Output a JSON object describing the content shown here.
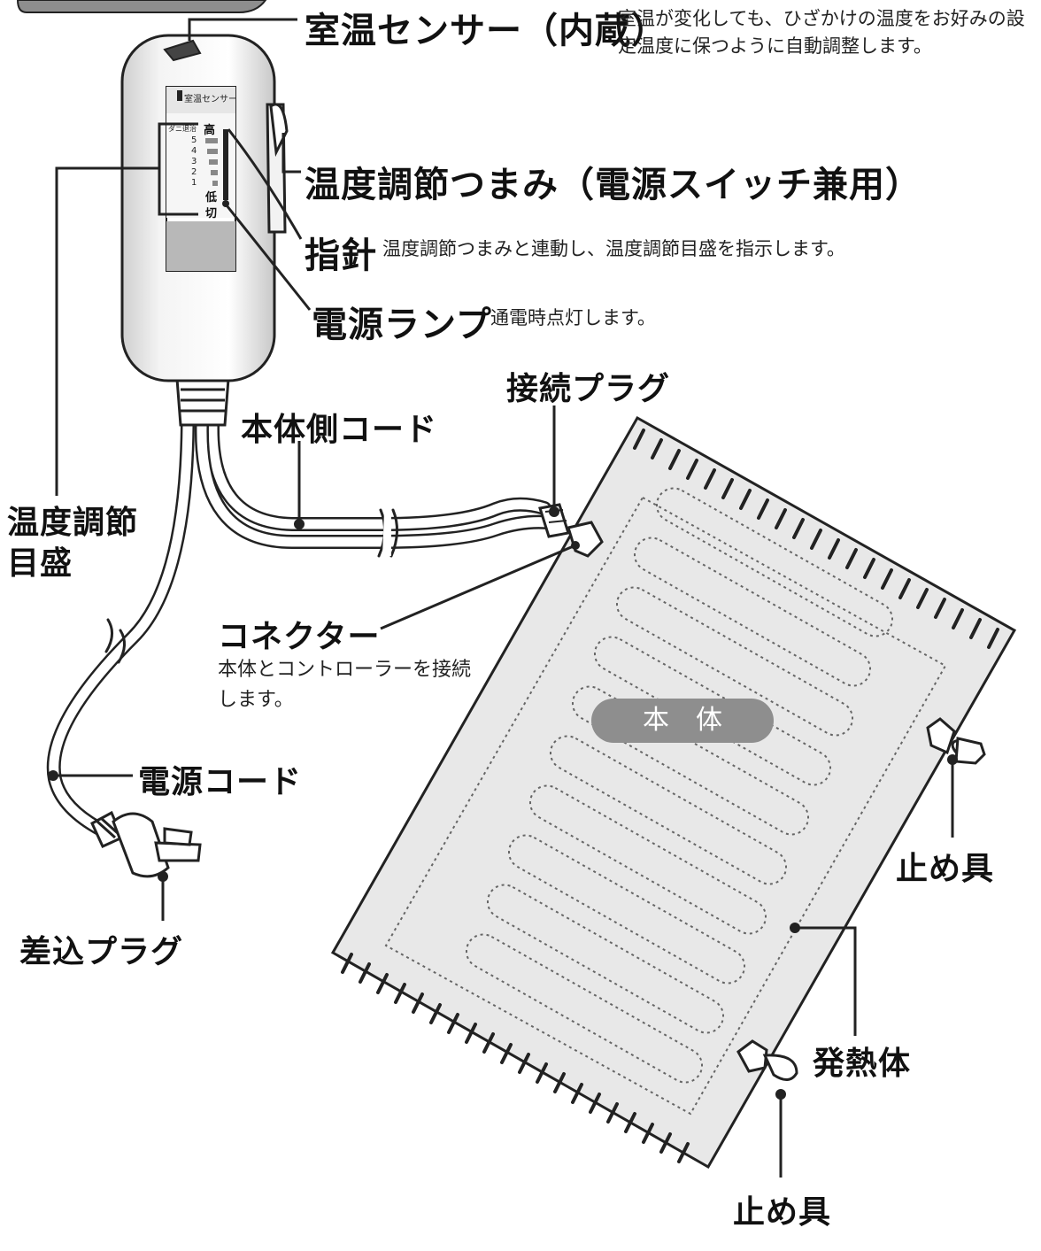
{
  "labels": {
    "room_sensor": "室温センサー（内蔵）",
    "room_sensor_desc": "室温が変化しても、ひざかけの温度をお好みの設定温度に保つように自動調整します。",
    "temp_knob": "温度調節つまみ（電源スイッチ兼用）",
    "pointer": "指針",
    "pointer_desc": "温度調節つまみと連動し、温度調節目盛を指示します。",
    "power_lamp": "電源ランプ",
    "power_lamp_desc": "通電時点灯します。",
    "connection_plug": "接続プラグ",
    "body_cord": "本体側コード",
    "temp_scale": "温度調節目盛",
    "connector": "コネクター",
    "connector_desc": "本体とコントローラーを接続します。",
    "body": "本体",
    "power_cord": "電源コード",
    "outlet_plug": "差込プラグ",
    "stopper_right": "止め具",
    "heater": "発熱体",
    "stopper_bottom": "止め具"
  },
  "controller": {
    "sensor_label": "室温センサー",
    "mite_label": "ダニ退治",
    "high": "高",
    "low": "低",
    "off": "切",
    "levels": [
      "5",
      "4",
      "3",
      "2",
      "1"
    ]
  }
}
